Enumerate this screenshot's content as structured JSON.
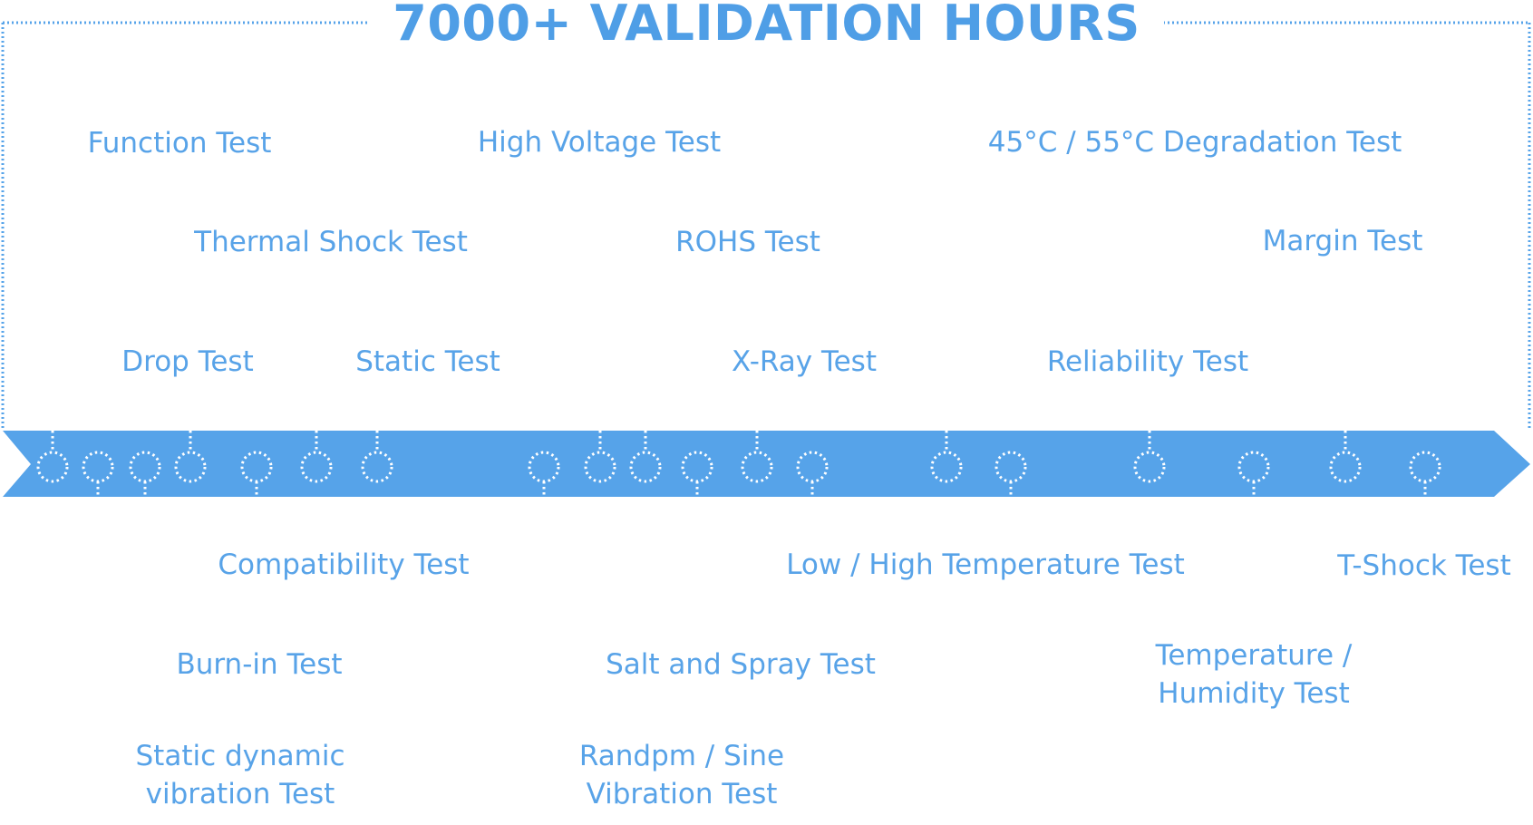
{
  "title": "7000+ VALIDATION HOURS",
  "colors": {
    "accent": "#56a3e9",
    "text": "#58a3e8",
    "title": "#4f9ee6",
    "background": "#ffffff"
  },
  "tests": [
    {
      "id": "function",
      "label": "Function Test"
    },
    {
      "id": "high-voltage",
      "label": "High Voltage Test"
    },
    {
      "id": "degradation",
      "label": "45°C / 55°C Degradation Test"
    },
    {
      "id": "thermal-shock",
      "label": "Thermal Shock Test"
    },
    {
      "id": "rohs",
      "label": "ROHS Test"
    },
    {
      "id": "margin",
      "label": "Margin Test"
    },
    {
      "id": "drop",
      "label": "Drop Test"
    },
    {
      "id": "static",
      "label": "Static Test"
    },
    {
      "id": "x-ray",
      "label": "X-Ray Test"
    },
    {
      "id": "reliability",
      "label": "Reliability Test"
    },
    {
      "id": "compatibility",
      "label": "Compatibility Test"
    },
    {
      "id": "low-high-temp",
      "label": "Low / High Temperature Test"
    },
    {
      "id": "t-shock",
      "label": "T-Shock Test"
    },
    {
      "id": "burn-in",
      "label": "Burn-in Test"
    },
    {
      "id": "salt-spray",
      "label": "Salt and Spray Test"
    },
    {
      "id": "temp-humidity",
      "label": "Temperature /\nHumidity Test"
    },
    {
      "id": "static-dynamic-vibration",
      "label": "Static dynamic\nvibration Test"
    },
    {
      "id": "random-sine-vibration",
      "label": "Randpm / Sine\nVibration Test"
    }
  ]
}
